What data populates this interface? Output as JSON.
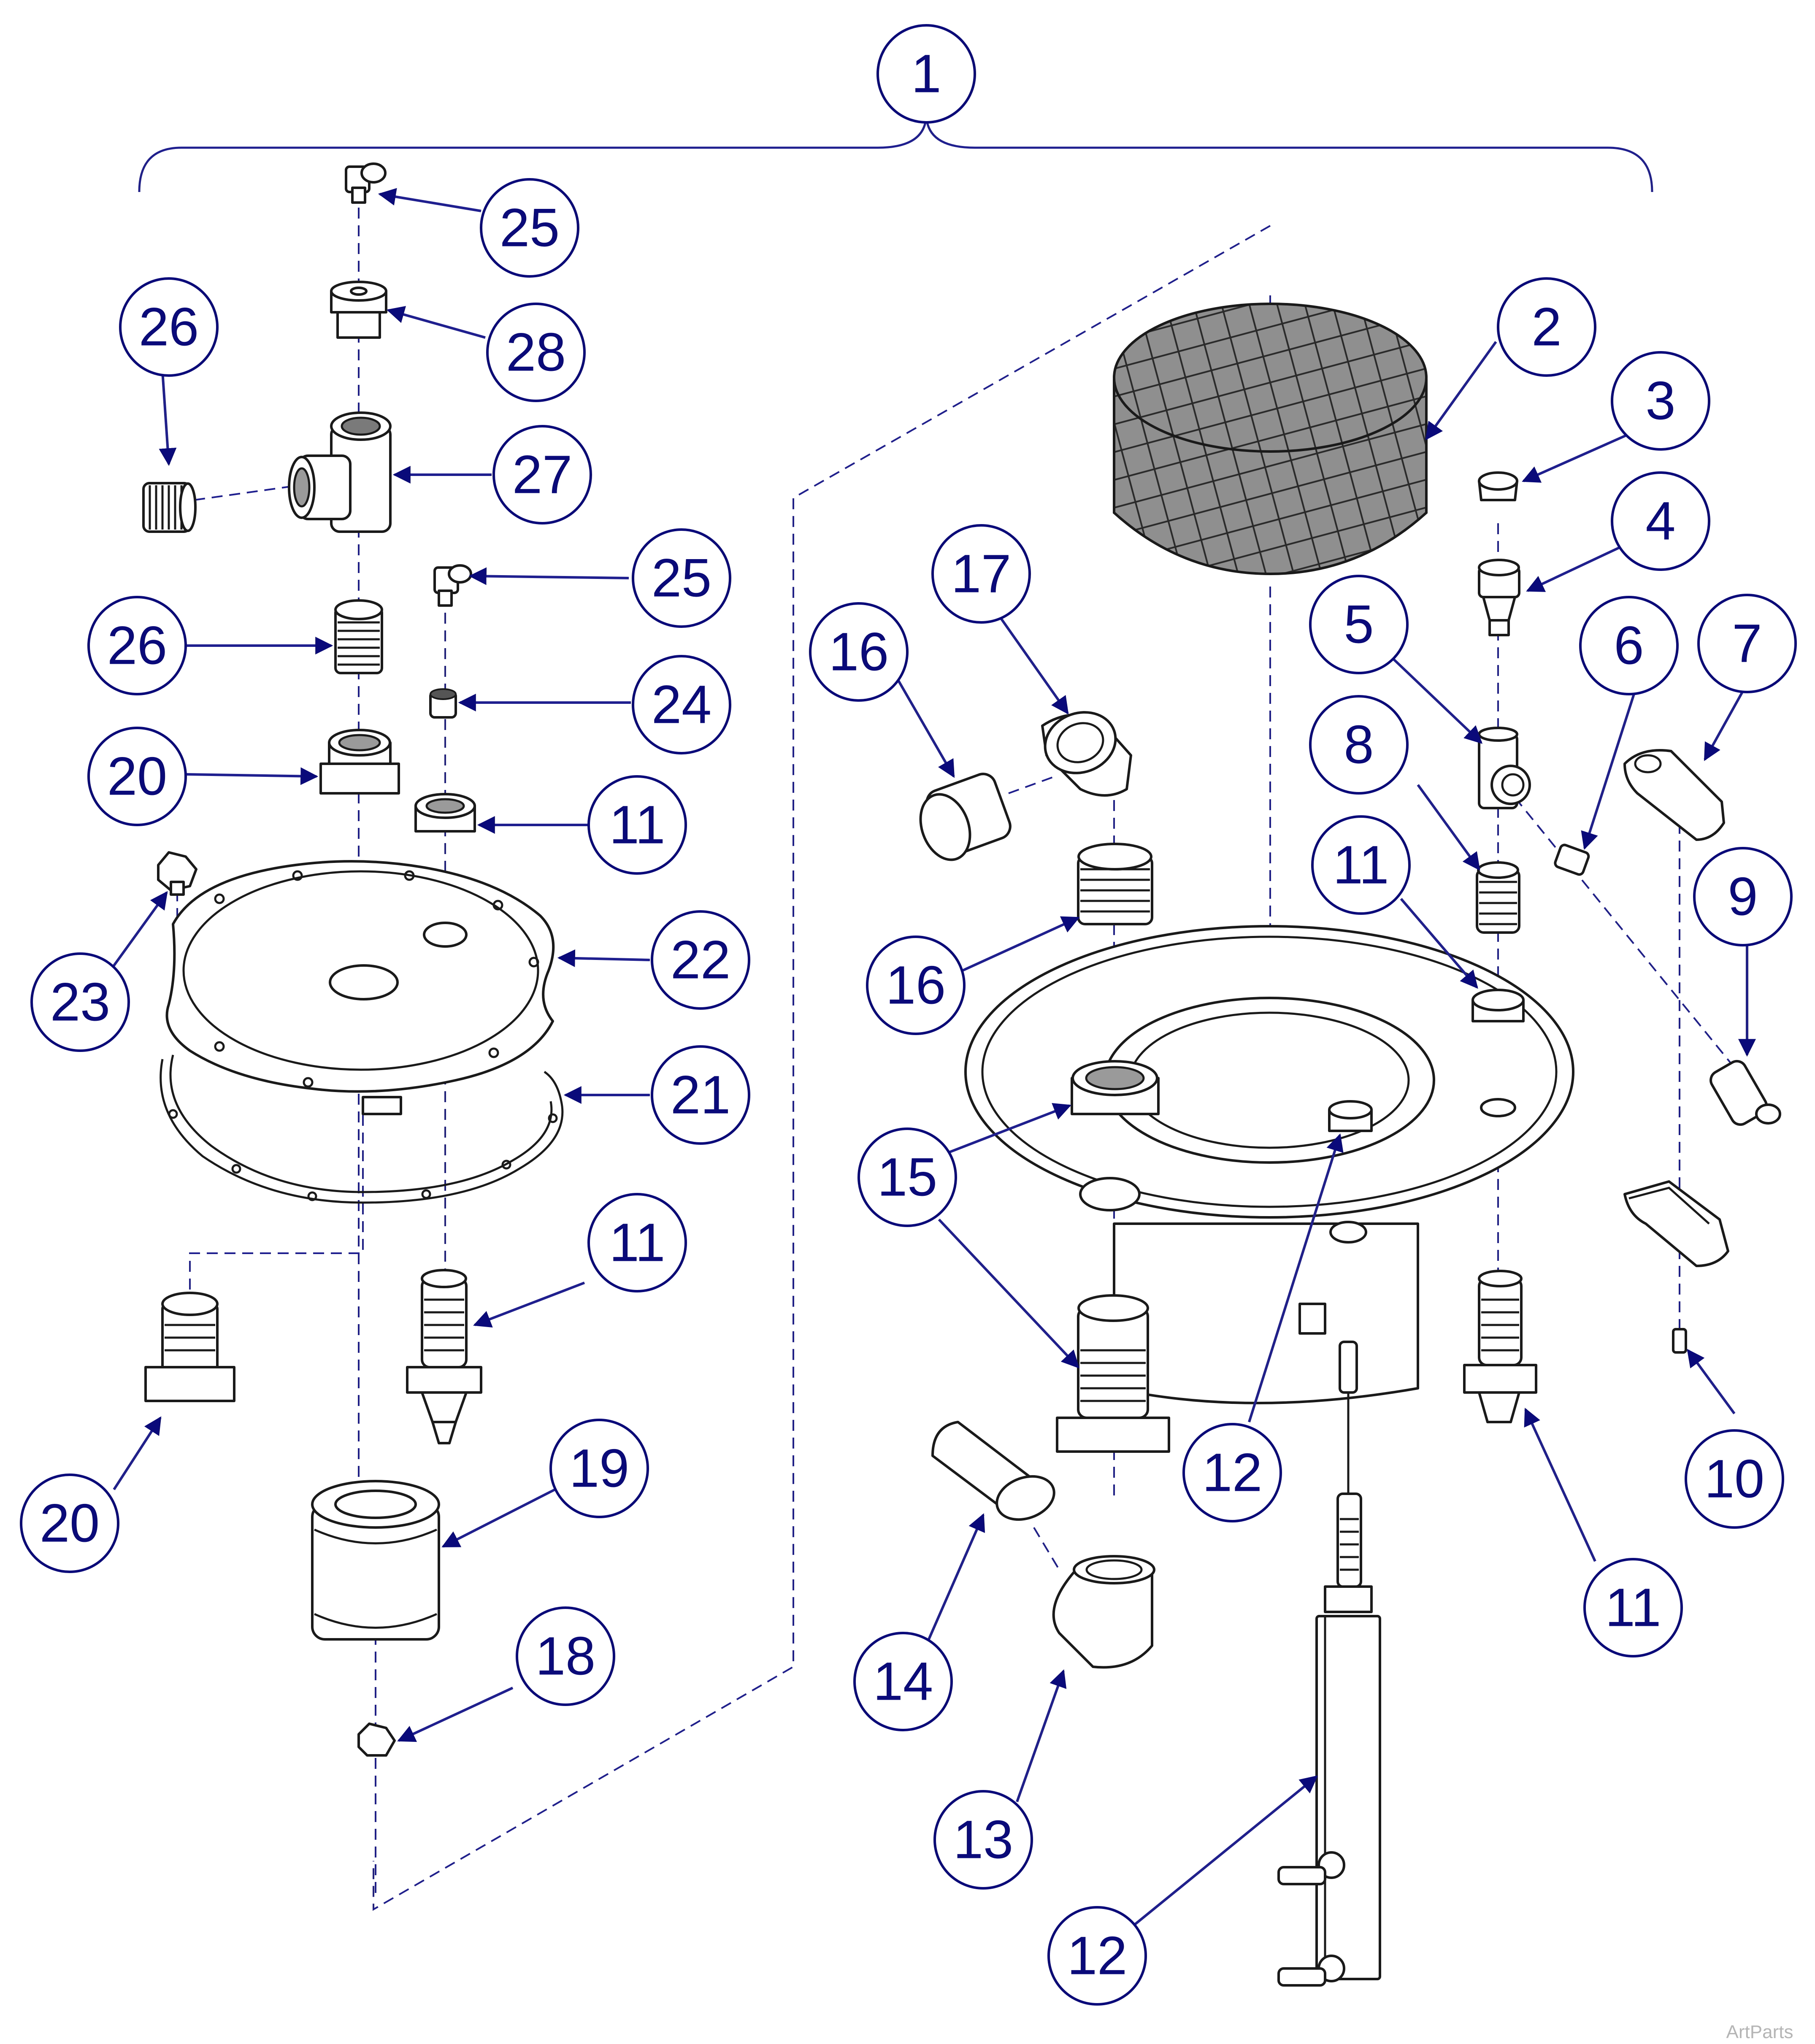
{
  "callouts": [
    {
      "id": "c1",
      "label": "1"
    },
    {
      "id": "c2",
      "label": "2"
    },
    {
      "id": "c3",
      "label": "3"
    },
    {
      "id": "c4",
      "label": "4"
    },
    {
      "id": "c5",
      "label": "5"
    },
    {
      "id": "c6",
      "label": "6"
    },
    {
      "id": "c7",
      "label": "7"
    },
    {
      "id": "c8",
      "label": "8"
    },
    {
      "id": "c9",
      "label": "9"
    },
    {
      "id": "c10",
      "label": "10"
    },
    {
      "id": "c11a",
      "label": "11"
    },
    {
      "id": "c11b",
      "label": "11"
    },
    {
      "id": "c11c",
      "label": "11"
    },
    {
      "id": "c11d",
      "label": "11"
    },
    {
      "id": "c12a",
      "label": "12"
    },
    {
      "id": "c12b",
      "label": "12"
    },
    {
      "id": "c13",
      "label": "13"
    },
    {
      "id": "c14",
      "label": "14"
    },
    {
      "id": "c15a",
      "label": "15"
    },
    {
      "id": "c15b",
      "label": "15"
    },
    {
      "id": "c16a",
      "label": "16"
    },
    {
      "id": "c16b",
      "label": "16"
    },
    {
      "id": "c17",
      "label": "17"
    },
    {
      "id": "c18",
      "label": "18"
    },
    {
      "id": "c19",
      "label": "19"
    },
    {
      "id": "c20a",
      "label": "20"
    },
    {
      "id": "c20b",
      "label": "20"
    },
    {
      "id": "c21",
      "label": "21"
    },
    {
      "id": "c22",
      "label": "22"
    },
    {
      "id": "c23",
      "label": "23"
    },
    {
      "id": "c24",
      "label": "24"
    },
    {
      "id": "c25a",
      "label": "25"
    },
    {
      "id": "c25b",
      "label": "25"
    },
    {
      "id": "c26a",
      "label": "26"
    },
    {
      "id": "c26b",
      "label": "26"
    },
    {
      "id": "c27",
      "label": "27"
    },
    {
      "id": "c28",
      "label": "28"
    }
  ],
  "watermark": "ArtParts",
  "colors": {
    "callout": "#0a0a7a",
    "leader": "#1f1f8f",
    "line_art": "#1a1a1a"
  }
}
